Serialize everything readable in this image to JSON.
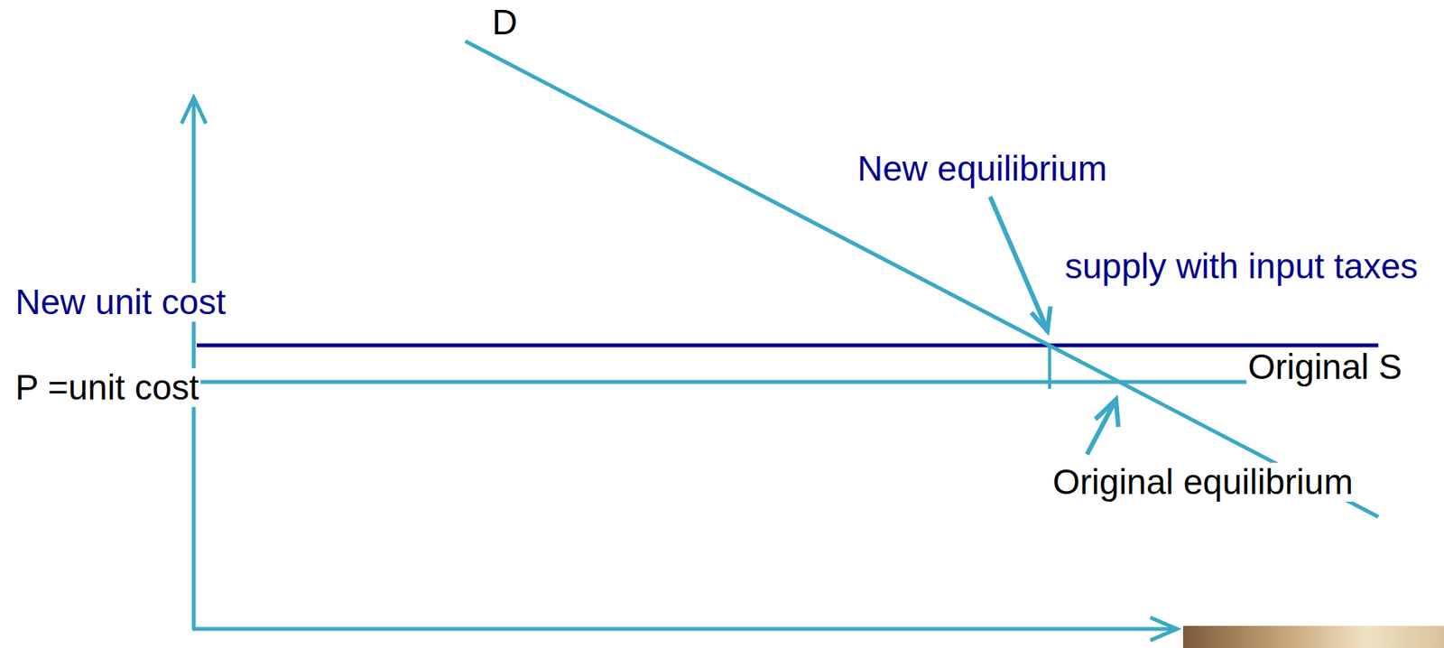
{
  "diagram": {
    "labels": [
      "D",
      "New equilibrium",
      "supply with input taxes",
      "New unit cost",
      "Original S",
      "P =unit cost",
      "Original equilibrium"
    ]
  }
}
